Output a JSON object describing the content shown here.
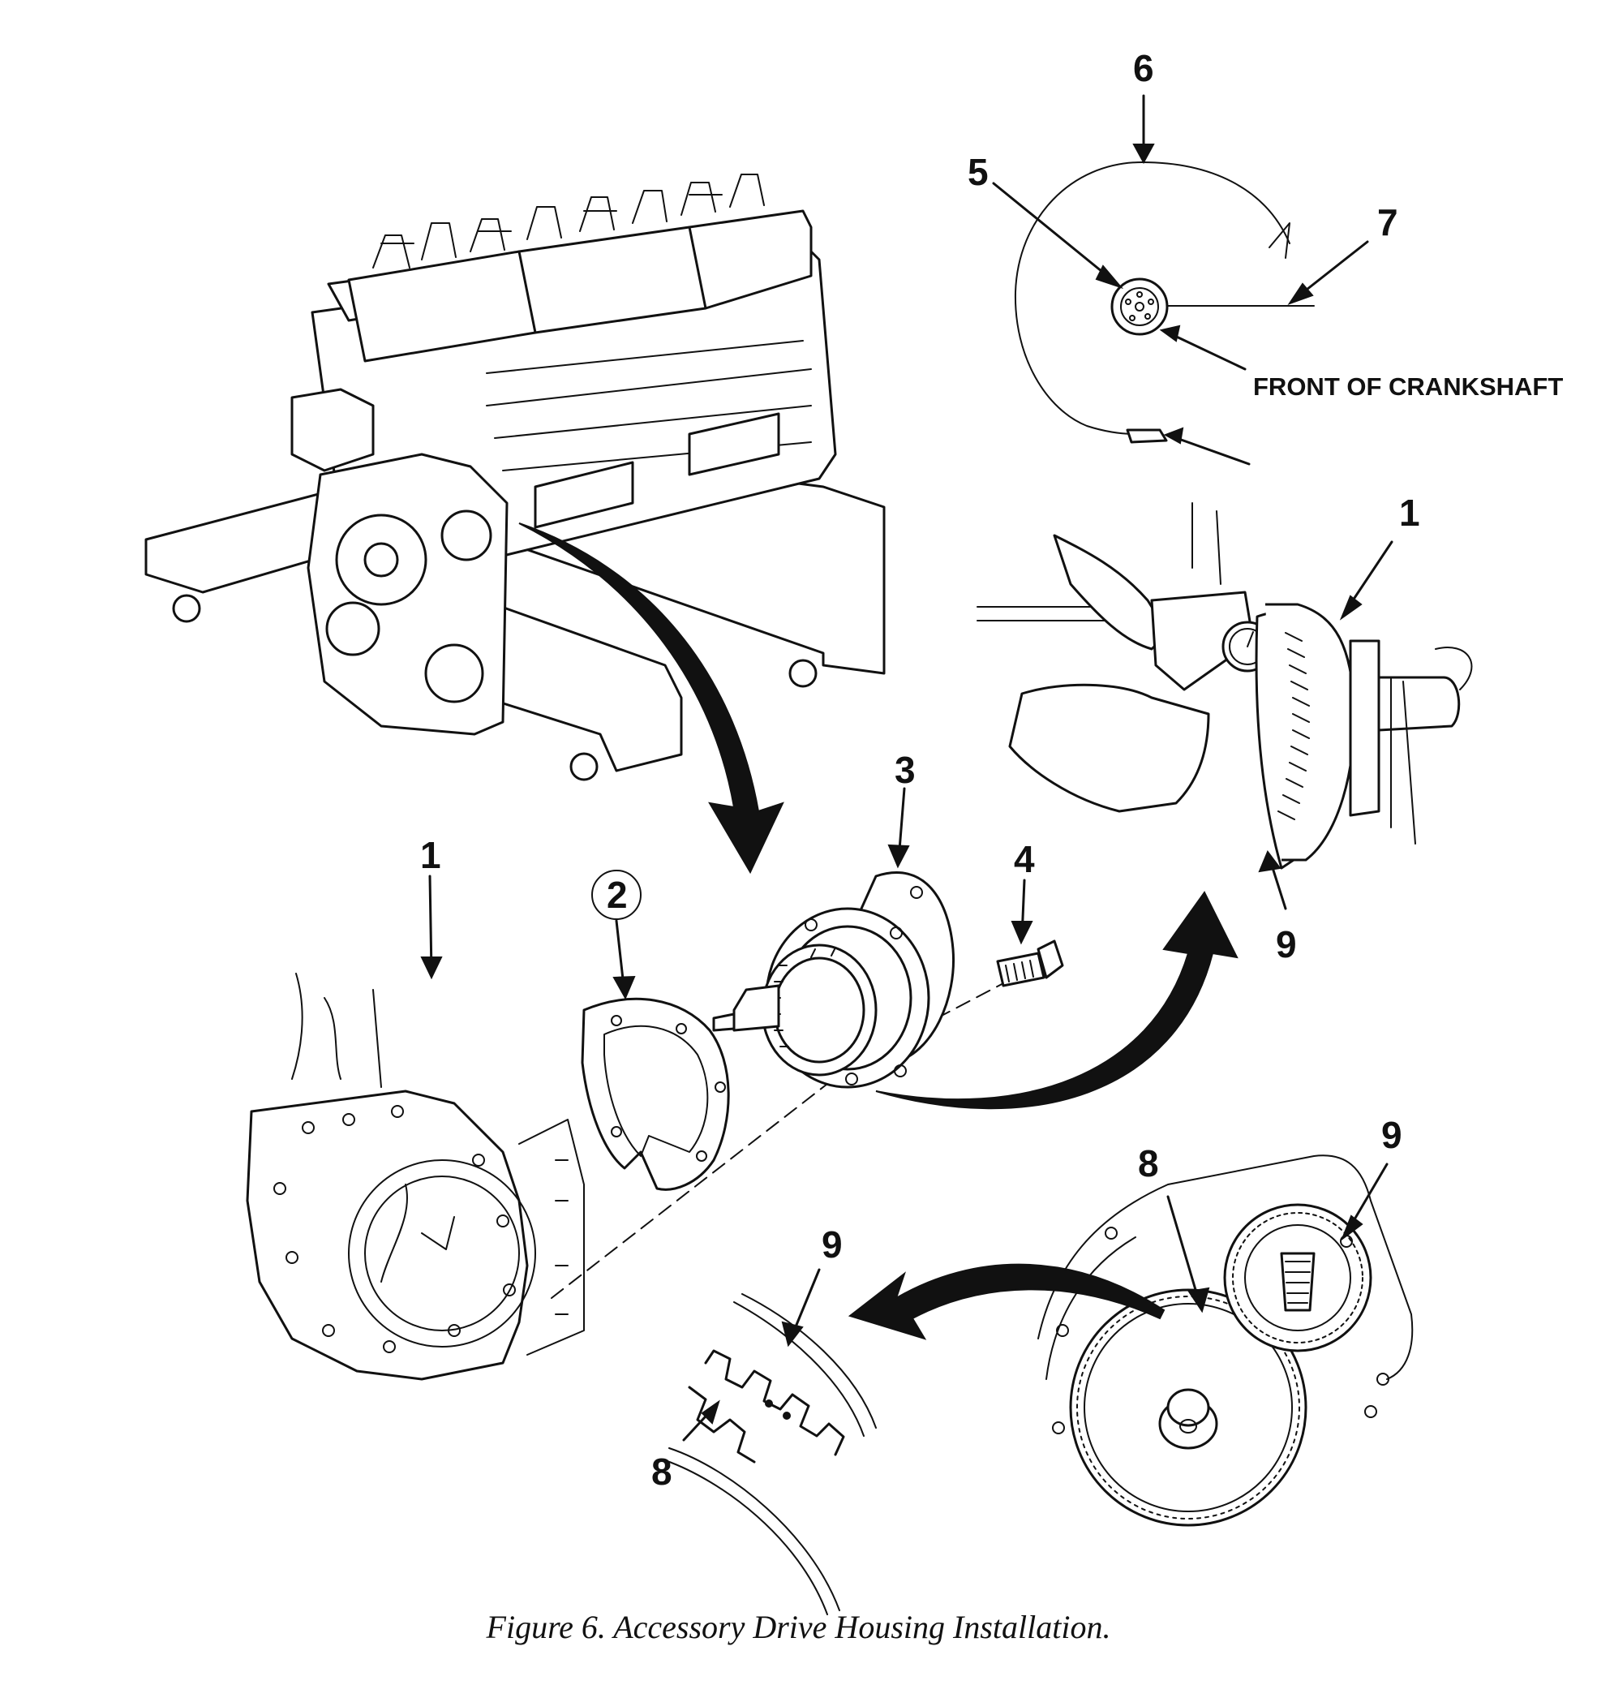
{
  "callouts": {
    "c1_top": "1",
    "c1_left": "1",
    "c2": "2",
    "c3": "3",
    "c4": "4",
    "c5": "5",
    "c6": "6",
    "c7": "7",
    "c8_mid": "8",
    "c8_low": "8",
    "c9_mid": "9",
    "c9_right": "9",
    "c9_low": "9"
  },
  "notes": {
    "front_of_crankshaft": "FRONT OF CRANKSHAFT"
  },
  "caption": "Figure 6.  Accessory Drive Housing Installation."
}
